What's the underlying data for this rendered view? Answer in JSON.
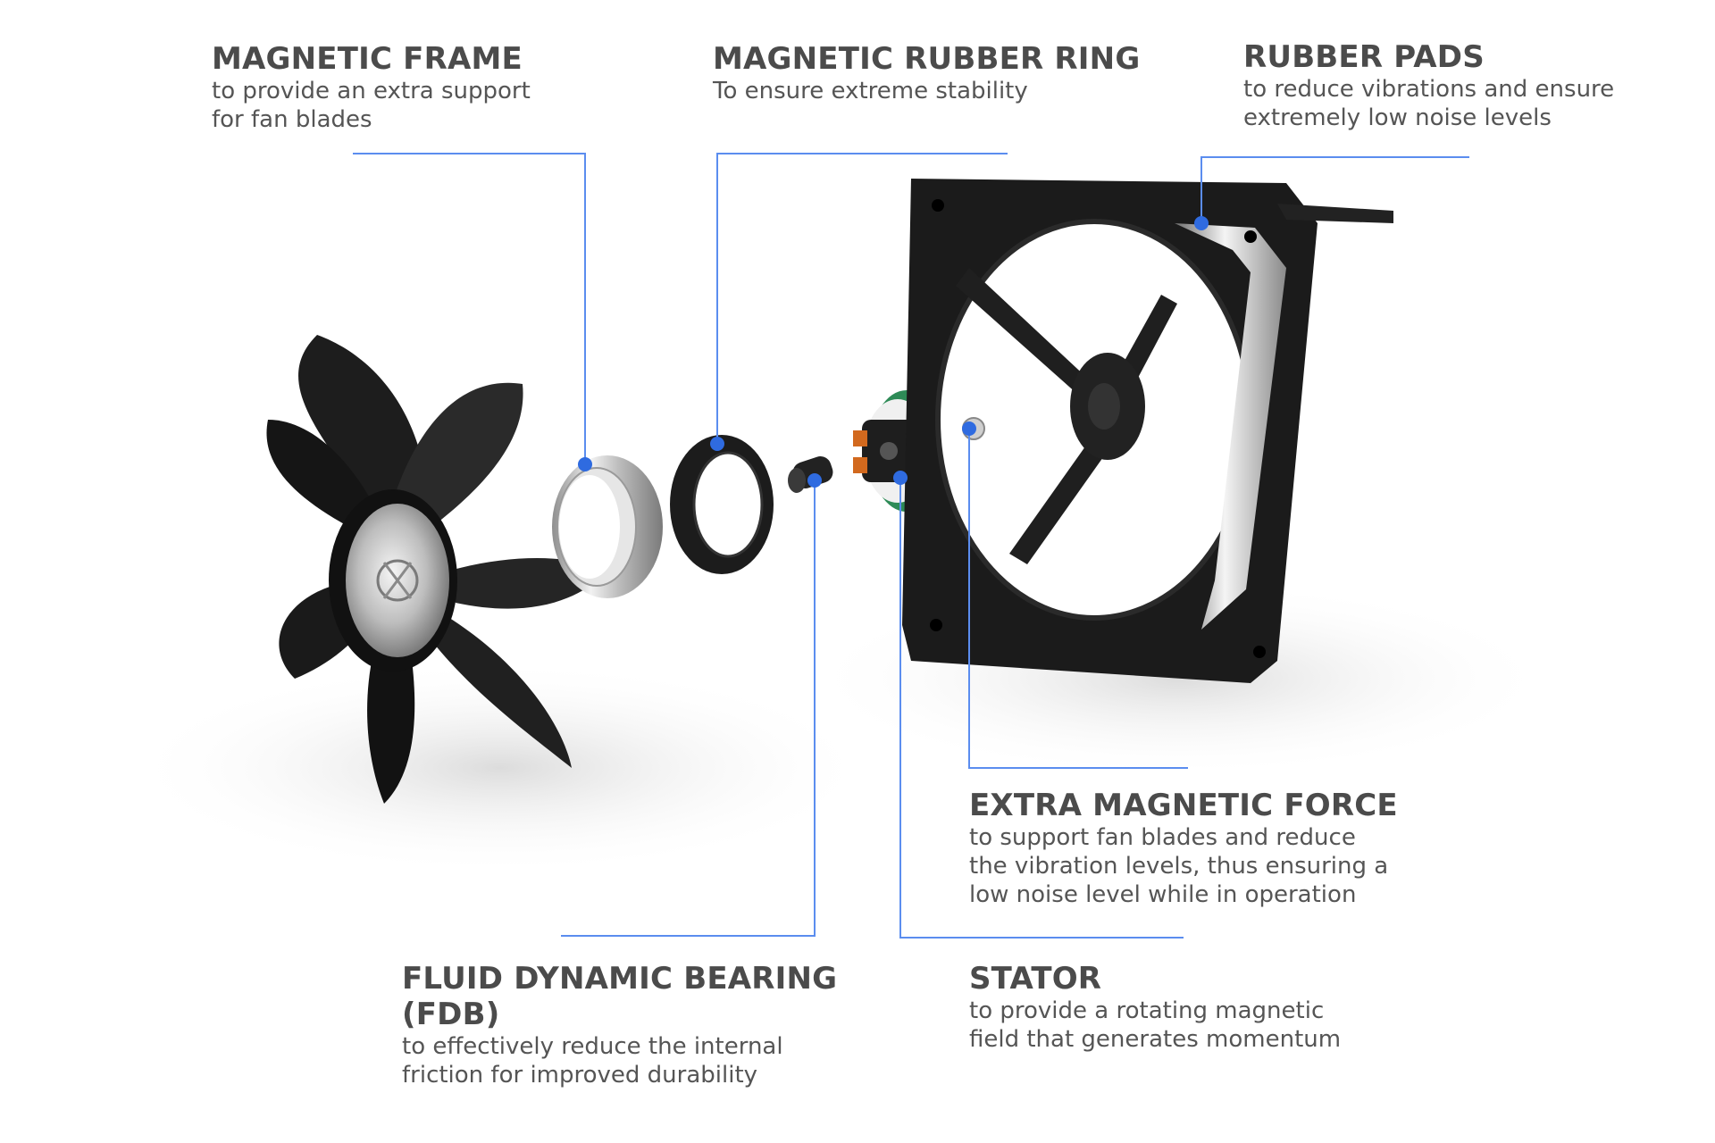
{
  "colors": {
    "leader_line": "#5b8def",
    "dot": "#2f6be0",
    "text": "#4b4b4b",
    "fan_dark": "#1c1c1c",
    "metal": "#c9c9c9",
    "pcb_green": "#2e8b57",
    "coil_copper": "#d2691e"
  },
  "callouts": {
    "magnetic_frame": {
      "title": "MAGNETIC FRAME",
      "lines": [
        "to provide an extra support",
        "for fan blades"
      ]
    },
    "magnetic_rubber_ring": {
      "title": "MAGNETIC RUBBER RING",
      "lines": [
        "To ensure extreme stability"
      ]
    },
    "rubber_pads": {
      "title": "RUBBER PADS",
      "lines": [
        "to reduce vibrations and ensure",
        "extremely low noise levels"
      ]
    },
    "extra_magnetic_force": {
      "title": "EXTRA MAGNETIC FORCE",
      "lines": [
        "to support fan blades and reduce",
        "the vibration levels, thus ensuring a",
        "low noise level while in operation"
      ]
    },
    "fluid_dynamic_bearing": {
      "title_lines": [
        "FLUID DYNAMIC BEARING",
        "(FDB)"
      ],
      "lines": [
        "to effectively reduce the internal",
        "friction for improved durability"
      ]
    },
    "stator": {
      "title": "STATOR",
      "lines": [
        "to provide a rotating magnetic",
        "field that generates momentum"
      ]
    }
  },
  "components": [
    {
      "icon": "fan-blade-icon"
    },
    {
      "icon": "metal-ring-icon"
    },
    {
      "icon": "rubber-ring-icon"
    },
    {
      "icon": "bearing-icon"
    },
    {
      "icon": "stator-icon"
    },
    {
      "icon": "fan-frame-icon"
    }
  ]
}
